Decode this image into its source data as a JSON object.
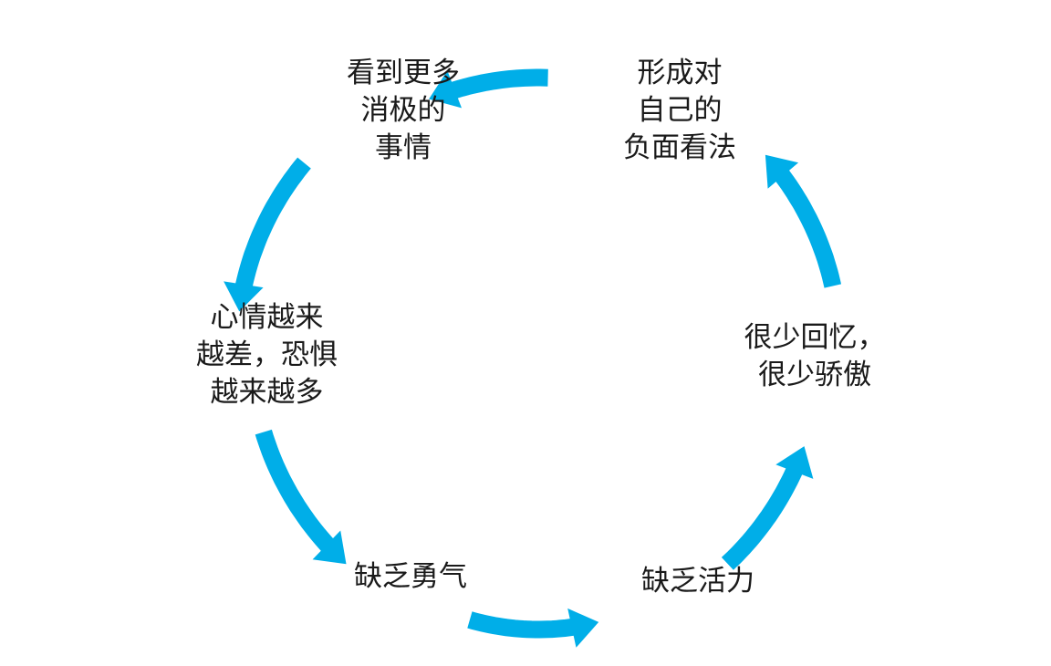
{
  "colors": {
    "arrow": "#00aee8",
    "text": "#1a1a1a",
    "background": "#ffffff"
  },
  "cycle_direction": "clockwise",
  "nodes": [
    {
      "id": "node-0",
      "lines": [
        "看到更多",
        "消极的",
        "事情"
      ]
    },
    {
      "id": "node-1",
      "lines": [
        "形成对",
        "自己的",
        "负面看法"
      ]
    },
    {
      "id": "node-2",
      "lines": [
        "很少回忆，",
        "很少骄傲"
      ]
    },
    {
      "id": "node-3",
      "lines": [
        "缺乏活力"
      ]
    },
    {
      "id": "node-4",
      "lines": [
        "缺乏勇气"
      ]
    },
    {
      "id": "node-5",
      "lines": [
        "心情越来",
        "越差，恐惧",
        "越来越多"
      ]
    }
  ],
  "edges": [
    {
      "from": "node-1",
      "to": "node-0"
    },
    {
      "from": "node-0",
      "to": "node-5"
    },
    {
      "from": "node-5",
      "to": "node-4"
    },
    {
      "from": "node-4",
      "to": "node-3"
    },
    {
      "from": "node-3",
      "to": "node-2"
    },
    {
      "from": "node-2",
      "to": "node-1"
    }
  ]
}
